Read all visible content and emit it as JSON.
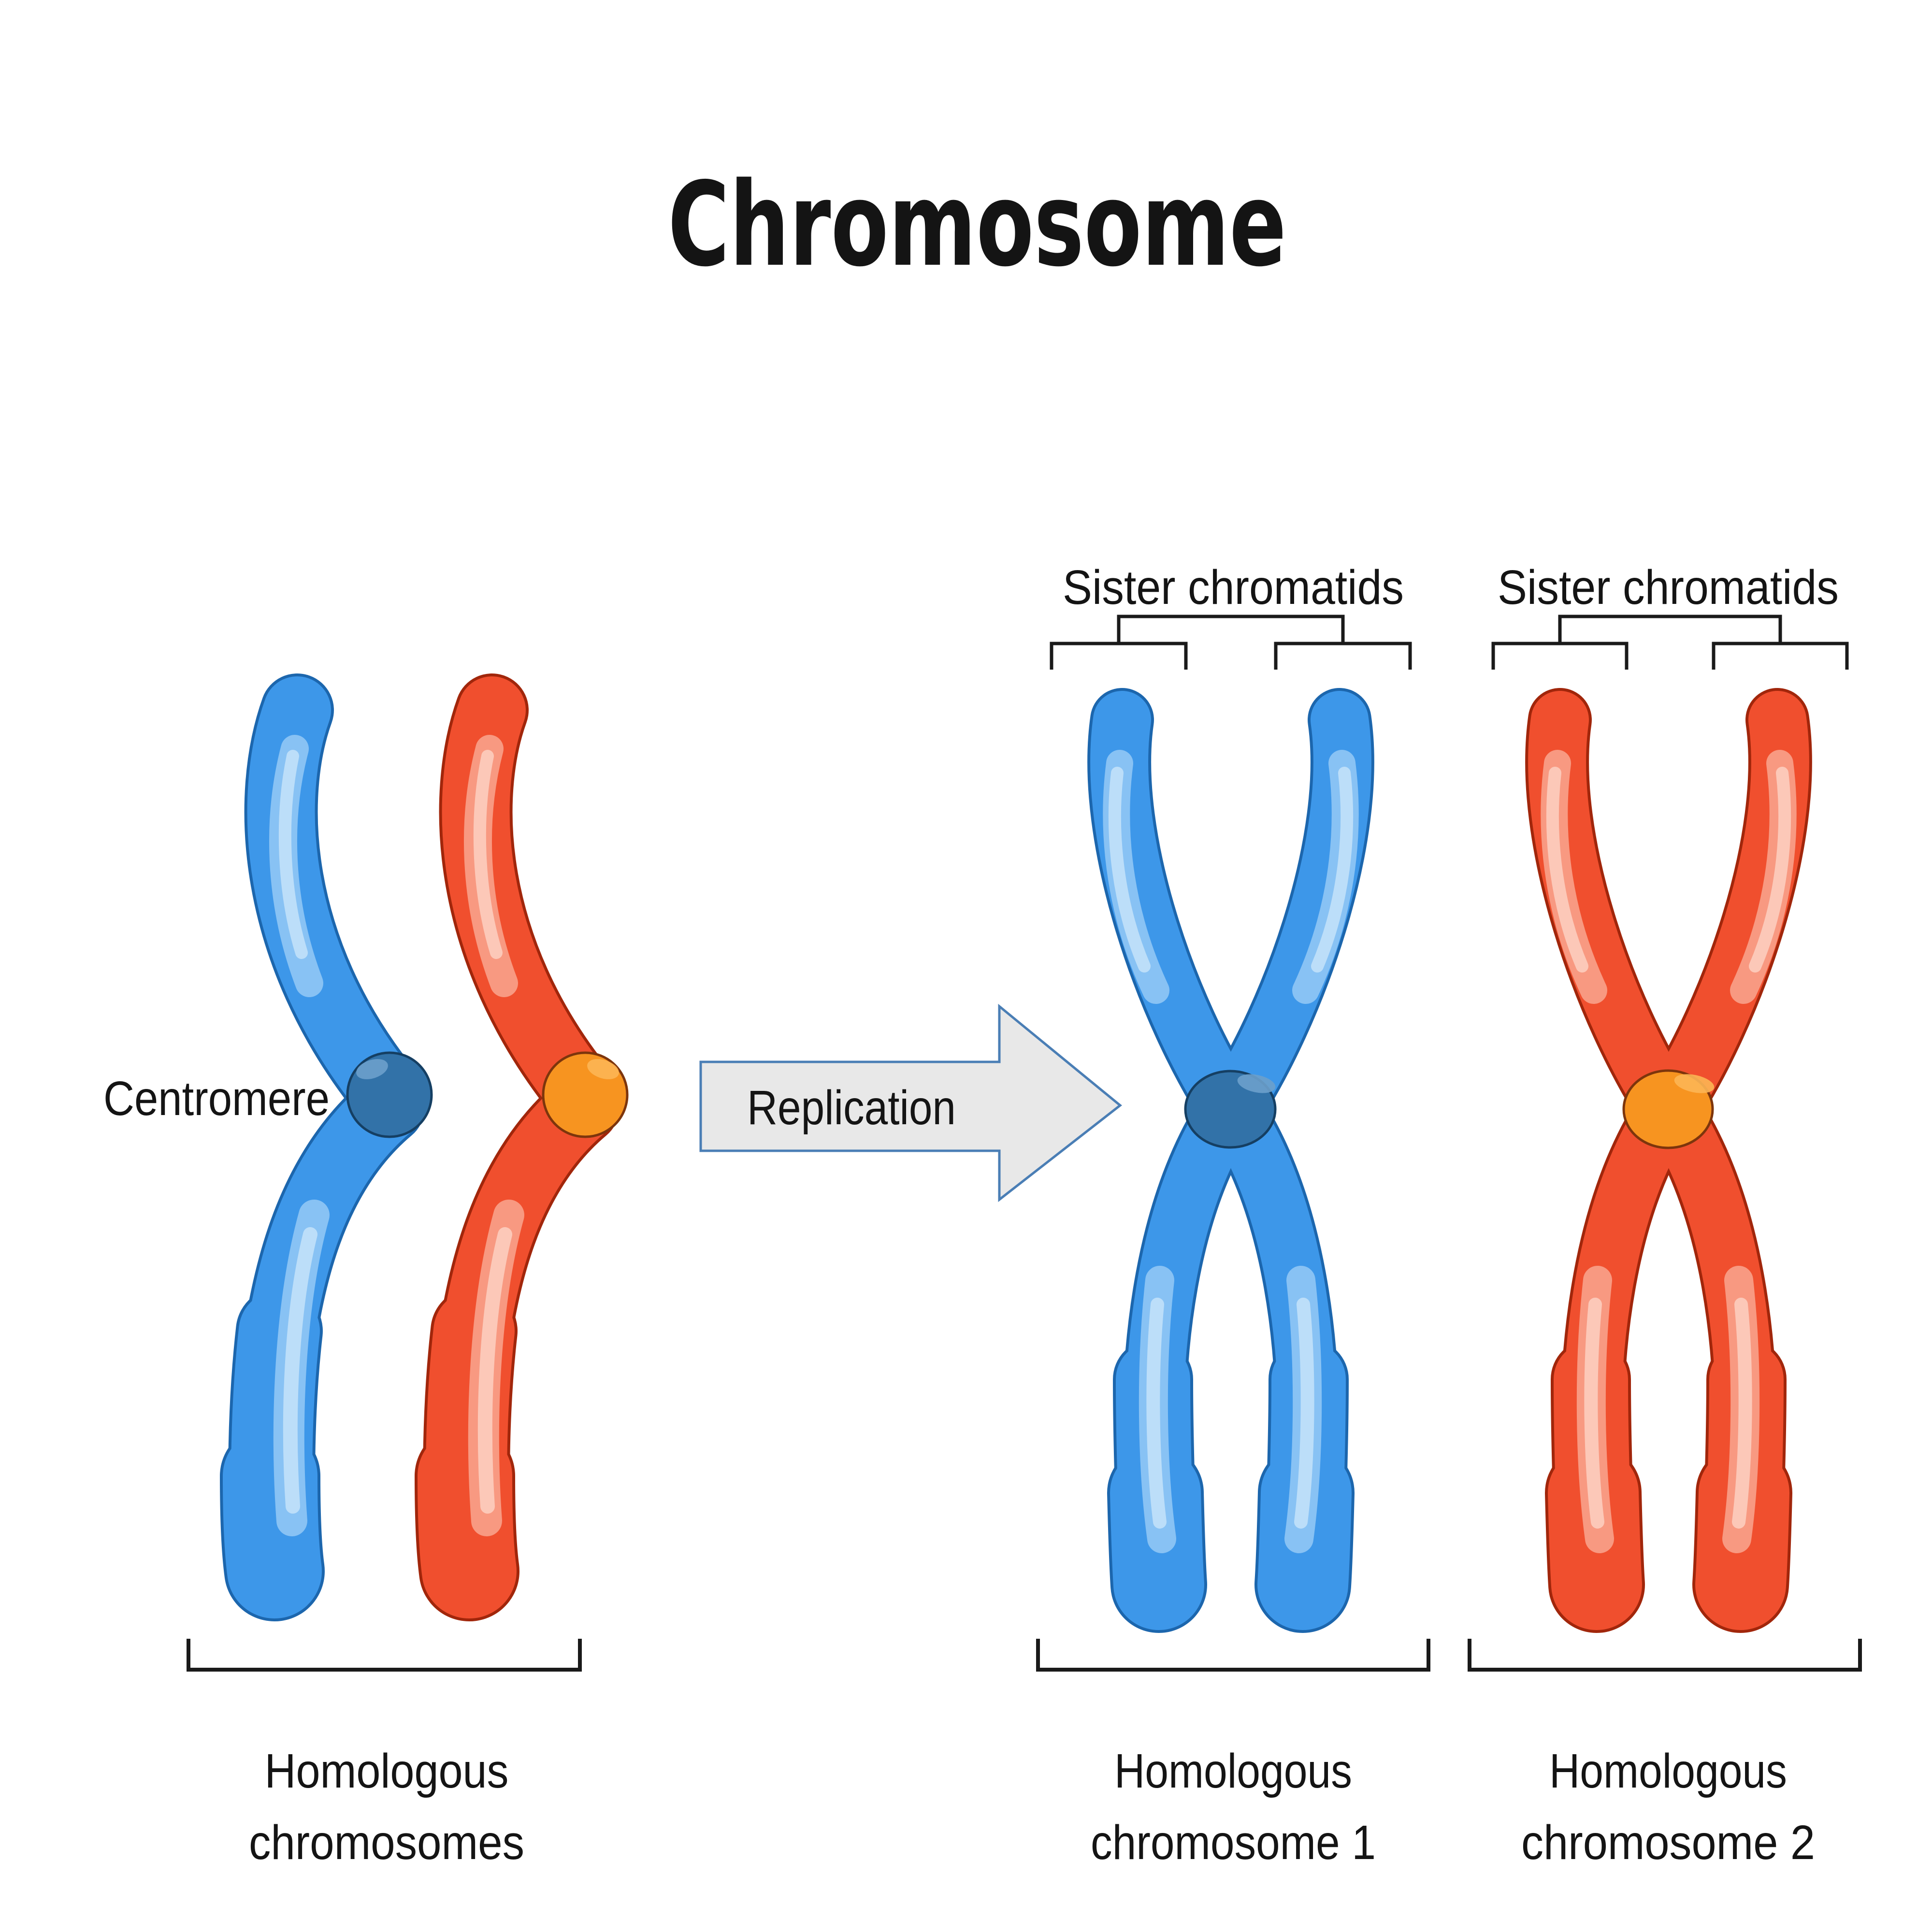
{
  "title": "Chromosome",
  "labels": {
    "centromere": "Centromere",
    "replication": "Replication",
    "sister_chromatids_1": "Sister chromatids",
    "sister_chromatids_2": "Sister chromatids",
    "homologous_pair_line1": "Homologous",
    "homologous_pair_line2": "chromosomes",
    "homologous_1_line1": "Homologous",
    "homologous_1_line2": "chromosome 1",
    "homologous_2_line1": "Homologous",
    "homologous_2_line2": "chromosome 2"
  },
  "colors": {
    "background": "#ffffff",
    "text": "#141414",
    "bracket": "#1a1a1a",
    "blue_main": "#3d97e9",
    "blue_light": "#8cc4f4",
    "blue_lighter": "#bfdff9",
    "blue_outline": "#1c66ad",
    "blue_centromere": "#3272a8",
    "blue_centromere_outline": "#153f63",
    "blue_centromere_highlight": "#6ba0cb",
    "red_main": "#f04f2e",
    "red_light": "#f89d86",
    "red_lighter": "#fccabb",
    "red_outline": "#a1260b",
    "orange_centromere": "#f79420",
    "orange_centromere_outline": "#7d350c",
    "orange_centromere_highlight": "#fcb554",
    "arrow_fill": "#e8e8e8",
    "arrow_border": "#4a7eb5"
  }
}
